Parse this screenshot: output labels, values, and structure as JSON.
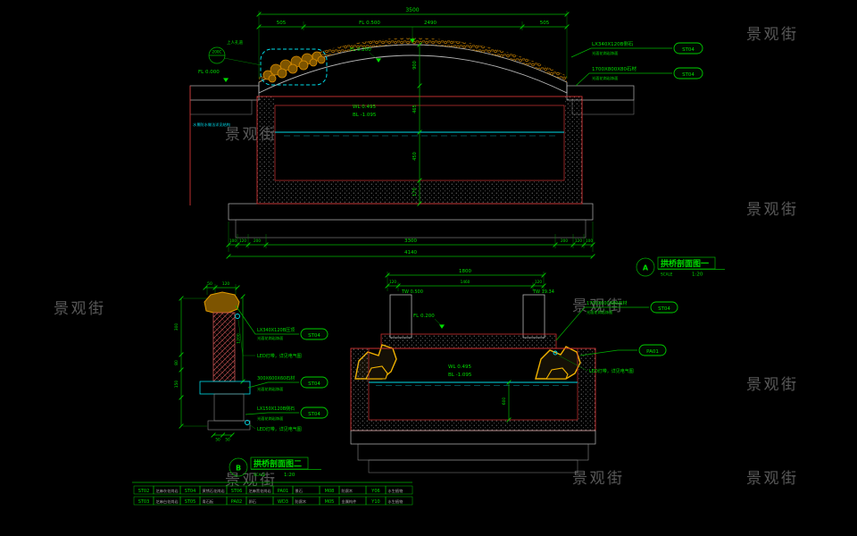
{
  "watermark": {
    "text": "景观街"
  },
  "section_a": {
    "marker": "A",
    "title": "拱桥剖面图一",
    "scale_label": "SCALE",
    "scale_value": "1:20",
    "dims": {
      "span_total": "3500",
      "span_left": "505",
      "span_mid": "2490",
      "span_right": "505",
      "height_1": "900",
      "height_2": "465",
      "height_3": "450",
      "height_4": "170",
      "base_1": "100",
      "base_2": "120",
      "base_3": "200",
      "base_4": "3300",
      "base_5": "200",
      "base_6": "120",
      "base_7": "100",
      "base_total": "4140"
    },
    "levels": {
      "fl_crown": "FL 0.500",
      "fl_deck": "FL 0.200",
      "fl_ground": "FL 0.000",
      "wl": "WL 0.495",
      "bl": "BL -1.095"
    },
    "detail_bubble": "200C",
    "manhole_note": "上人孔道",
    "waterproof_note": "水景防水做法详见结构",
    "callouts": [
      {
        "line1": "LX340X120B侧石",
        "line2": "光面花岗岩饰面",
        "badge": "ST04"
      },
      {
        "line1": "1700X800X80石材",
        "line2": "光面花岗岩饰面",
        "badge": "ST04"
      }
    ]
  },
  "section_b": {
    "marker": "B",
    "title": "拱桥剖面图二",
    "scale_label": "SCALE",
    "scale_value": "1:20",
    "post": {
      "dims": {
        "top_1": "50",
        "top_2": "120",
        "height": "1200",
        "left_1": "300",
        "left_2": "80",
        "left_3": "150",
        "bottom_1": "50",
        "bottom_2": "50"
      },
      "callouts": [
        {
          "line1": "LX340X120B压顶",
          "line2": "光面花岗岩饰面",
          "badge": "ST04"
        },
        {
          "line1": "300X600X60石材",
          "line2": "光面花岗岩饰面",
          "badge": "ST04"
        },
        {
          "line1": "LX150X120B侧石",
          "line2": "光面花岗岩饰面",
          "badge": "ST04"
        }
      ],
      "led_note": "LED灯带，详见电气图"
    },
    "deck": {
      "dims": {
        "span_total": "1800",
        "span_left": "120",
        "span_mid": "1460",
        "span_right": "120",
        "depth": "600"
      },
      "levels": {
        "tw_left": "TW 0.500",
        "tw_right": "TW 19.34",
        "fl": "FL 0.200",
        "wl": "WL 0.495",
        "bl": "BL -1.095"
      },
      "callout": {
        "line1": "1700X600X80石材",
        "line2": "光面花岗岩饰面",
        "badge": "ST04"
      },
      "rock_badge": "PA01",
      "led_note": "LED灯带，详见电气图"
    }
  },
  "legend": {
    "rows": [
      [
        {
          "code": "ST02",
          "desc": "芝麻灰花岗岩"
        },
        {
          "code": "ST04",
          "desc": "黄锈石花岗岩"
        },
        {
          "code": "ST06",
          "desc": "芝麻黑花岗岩"
        },
        {
          "code": "PA01",
          "desc": "景石"
        },
        {
          "code": "M08",
          "desc": "防腐木"
        },
        {
          "code": "Y06",
          "desc": "水生植物"
        }
      ],
      [
        {
          "code": "ST03",
          "desc": "芝麻白花岗岩"
        },
        {
          "code": "ST05",
          "desc": "青石板"
        },
        {
          "code": "PA02",
          "desc": "卵石"
        },
        {
          "code": "WD3",
          "desc": "防腐木"
        },
        {
          "code": "M05",
          "desc": "金属构件"
        },
        {
          "code": "Y10",
          "desc": "水生植物"
        }
      ]
    ]
  }
}
